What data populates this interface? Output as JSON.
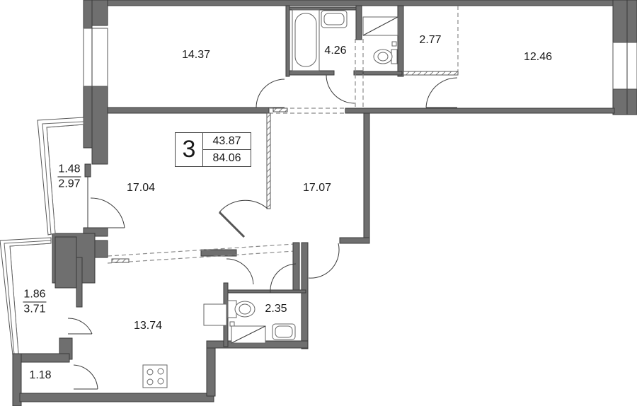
{
  "plan": {
    "rooms_count": "3",
    "living_area": "43.87",
    "total_area": "84.06",
    "colors": {
      "wall": "#6f6f6f",
      "outline": "#3a3a3a",
      "background": "#ffffff",
      "dashed": "#8a8a8a"
    }
  },
  "rooms": [
    {
      "id": "bedroom-top-left",
      "area": "14.37"
    },
    {
      "id": "bathroom-top",
      "area": "4.26"
    },
    {
      "id": "wardrobe-top",
      "area": "2.77"
    },
    {
      "id": "bedroom-top-right",
      "area": "12.46"
    },
    {
      "id": "living-room",
      "area": "17.04"
    },
    {
      "id": "hallway",
      "area": "17.07"
    },
    {
      "id": "kitchen",
      "area": "13.74"
    },
    {
      "id": "bathroom-bottom",
      "area": "2.35"
    },
    {
      "id": "storage",
      "area": "1.18"
    }
  ],
  "balconies": [
    {
      "id": "balcony-upper",
      "area_reduced": "1.48",
      "area_full": "2.97"
    },
    {
      "id": "balcony-lower",
      "area_reduced": "1.86",
      "area_full": "3.71"
    }
  ]
}
